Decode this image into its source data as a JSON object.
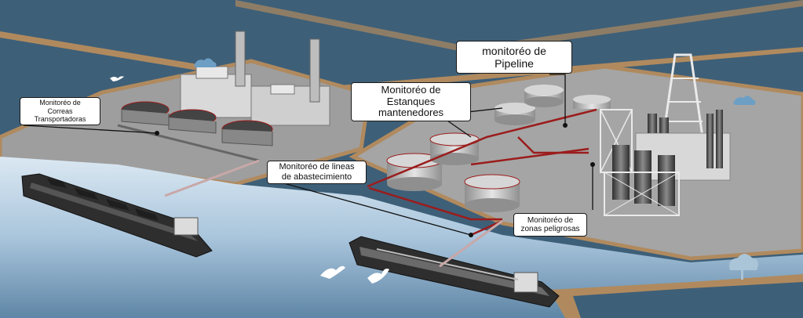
{
  "labels": {
    "pipeline": {
      "line1": "monitoréo de",
      "line2": "Pipeline"
    },
    "tanks": {
      "line1": "Monitoréo de",
      "line2": "Estanques",
      "line3": "mantenedores"
    },
    "conveyors": {
      "line1": "Monitoréo de",
      "line2": "Correas",
      "line3": "Transportadoras"
    },
    "supply_lines": {
      "line1": "Monitoréo de lineas",
      "line2": "de abastecimiento"
    },
    "hazard_zones": {
      "line1": "Monitoréo de",
      "line2": "zonas peligrosas"
    }
  },
  "colors": {
    "sea_light": "#c9dbe9",
    "sea_mid": "#8fb3cf",
    "sea_dark": "#3e5f78",
    "land": "#a9a9a9",
    "shore": "#b08a5e",
    "pipeline": "#9b1c1c",
    "ship_hull": "#2e2e2e"
  }
}
